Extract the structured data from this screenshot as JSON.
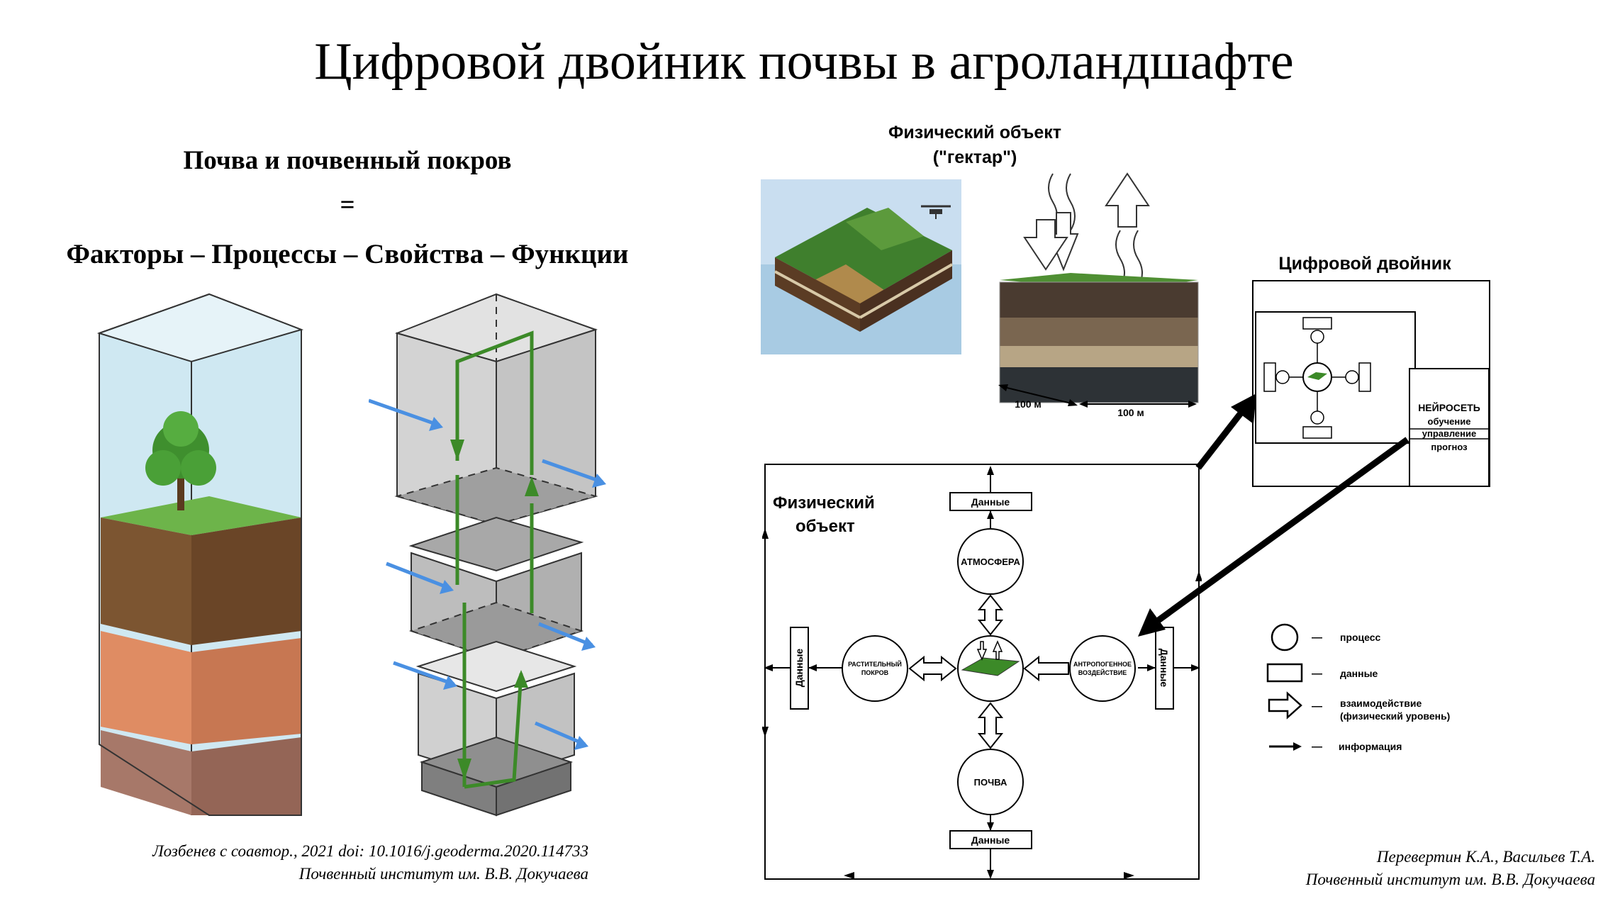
{
  "title": "Цифровой двойник почвы в агроландшафте",
  "left": {
    "heading": "Почва и почвенный покров",
    "equals": "=",
    "chain": "Факторы – Процессы – Свойства – Функции",
    "citation_line1": "Лозбенев с соавтор., 2021 doi: 10.1016/j.geoderma.2020.114733",
    "citation_line2": "Почвенный институт им. В.В. Докучаева"
  },
  "right": {
    "physical_object_title_line1": "Физический объект",
    "physical_object_title_line2": "(\"гектар\")",
    "dimension_1": "100 м",
    "dimension_2": "100 м",
    "digital_twin_title": "Цифровой двойник",
    "neuro_line1": "НЕЙРОСЕТЬ",
    "neuro_line2": "обучение",
    "neuro_line3": "управление",
    "neuro_line4": "прогноз",
    "diagram_label_line1": "Физический",
    "diagram_label_line2": "объект",
    "data_top": "Данные",
    "data_bottom": "Данные",
    "data_left": "Данные",
    "data_right": "Данные",
    "node_atmosphere": "АТМОСФЕРА",
    "node_soil": "ПОЧВА",
    "node_vegetation_line1": "РАСТИТЕЛЬНЫЙ",
    "node_vegetation_line2": "ПОКРОВ",
    "node_anthro_line1": "АНТРОПОГЕННОЕ",
    "node_anthro_line2": "ВОЗДЕЙСТВИЕ",
    "legend": [
      {
        "symbol": "circle",
        "dash": "—",
        "label": "процесс"
      },
      {
        "symbol": "rect",
        "dash": "—",
        "label": "данные"
      },
      {
        "symbol": "hollow-arrow",
        "dash": "—",
        "label": "взаимодействие",
        "label2": "(физический уровень)"
      },
      {
        "symbol": "line-arrow",
        "dash": "—",
        "label": "информация"
      }
    ],
    "citation_line1": "Перевертин К.А., Васильев Т.А.",
    "citation_line2": "Почвенный институт им. В.В. Докучаева"
  },
  "colors": {
    "sky": "#bfe0ee",
    "grass": "#5aa43a",
    "soil_dark": "#7a5230",
    "soil_orange": "#d9825a",
    "soil_pink": "#9c6f5e",
    "gray_box": "#c9c9c9",
    "green_arrow": "#3c8a28",
    "blue_arrow": "#4a90e2"
  }
}
